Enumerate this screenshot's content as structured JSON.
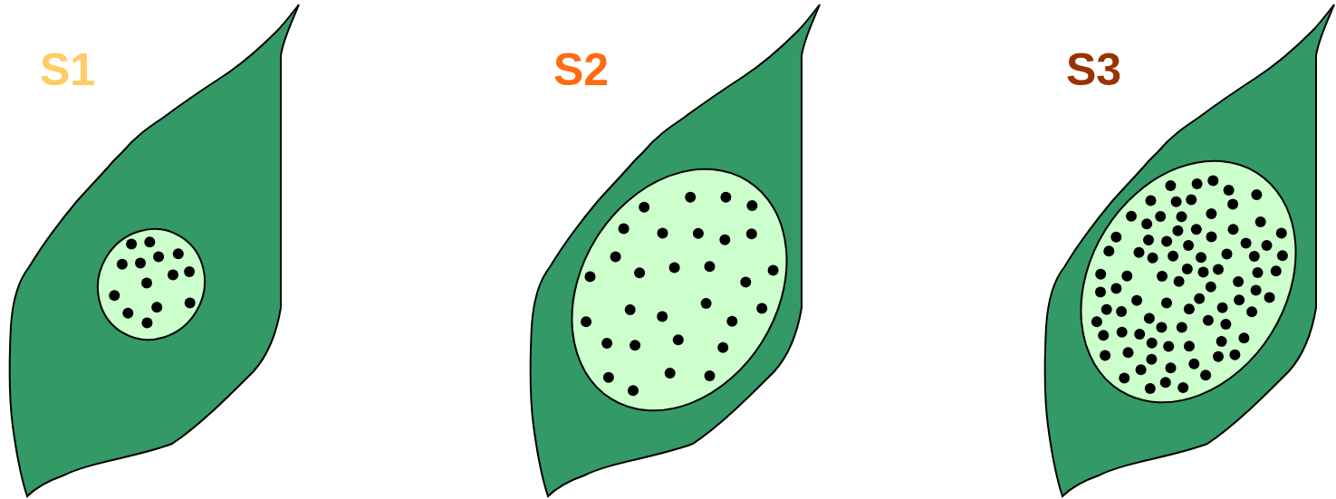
{
  "diagram": {
    "labels": [
      "S1",
      "S2",
      "S3"
    ]
  }
}
